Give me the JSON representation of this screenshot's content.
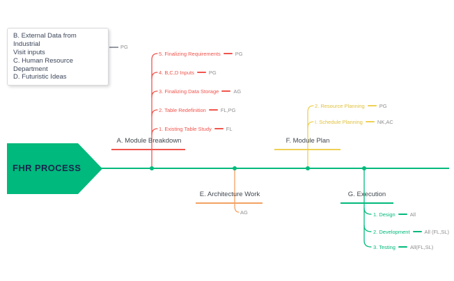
{
  "process": {
    "title": "FHR PROCESS"
  },
  "note_box": {
    "lines": [
      "B. External Data from Industrial",
      "Visit inputs",
      "C. Human Resource Department",
      "D. Futuristic Ideas"
    ],
    "tag": "PG"
  },
  "branches": [
    {
      "id": "A",
      "label": "A. Module Breakdown",
      "color": "#f0544c",
      "side": "above",
      "items": [
        {
          "text": "5. Finalizing Requirements",
          "tag": "PG"
        },
        {
          "text": "4. B,C,D Inputs",
          "tag": "PG"
        },
        {
          "text": "3. Finalizing Data Storage",
          "tag": "AG"
        },
        {
          "text": "2. Table Redefinition",
          "tag": "FL,PG"
        },
        {
          "text": "1. Existing Table Study",
          "tag": "FL"
        }
      ]
    },
    {
      "id": "E",
      "label": "E. Architecture Work",
      "color": "#f3a262",
      "side": "below",
      "items": [
        {
          "text": "",
          "tag": "AG"
        }
      ]
    },
    {
      "id": "F",
      "label": "F. Module Plan",
      "color": "#eed053",
      "side": "above",
      "items": [
        {
          "text": "2. Resource Planning",
          "tag": "PG"
        },
        {
          "text": "I. Schedule Planning",
          "tag": "NK,AC"
        }
      ]
    },
    {
      "id": "G",
      "label": "G. Execution",
      "color": "#00b97c",
      "side": "below",
      "items": [
        {
          "text": "1. Design",
          "tag": "All"
        },
        {
          "text": "2. Development",
          "tag": "All (FL,SL)"
        },
        {
          "text": "3. Testing",
          "tag": "All(FL,SL)"
        }
      ]
    }
  ],
  "colors": {
    "timeline_green": "#00b97c",
    "branch_red": "#f0544c",
    "branch_orange": "#f3a262",
    "branch_yellow": "#eed053",
    "branch_green": "#00b97c",
    "tag_gray": "#8e8e8e",
    "title_navy": "#16254e"
  }
}
